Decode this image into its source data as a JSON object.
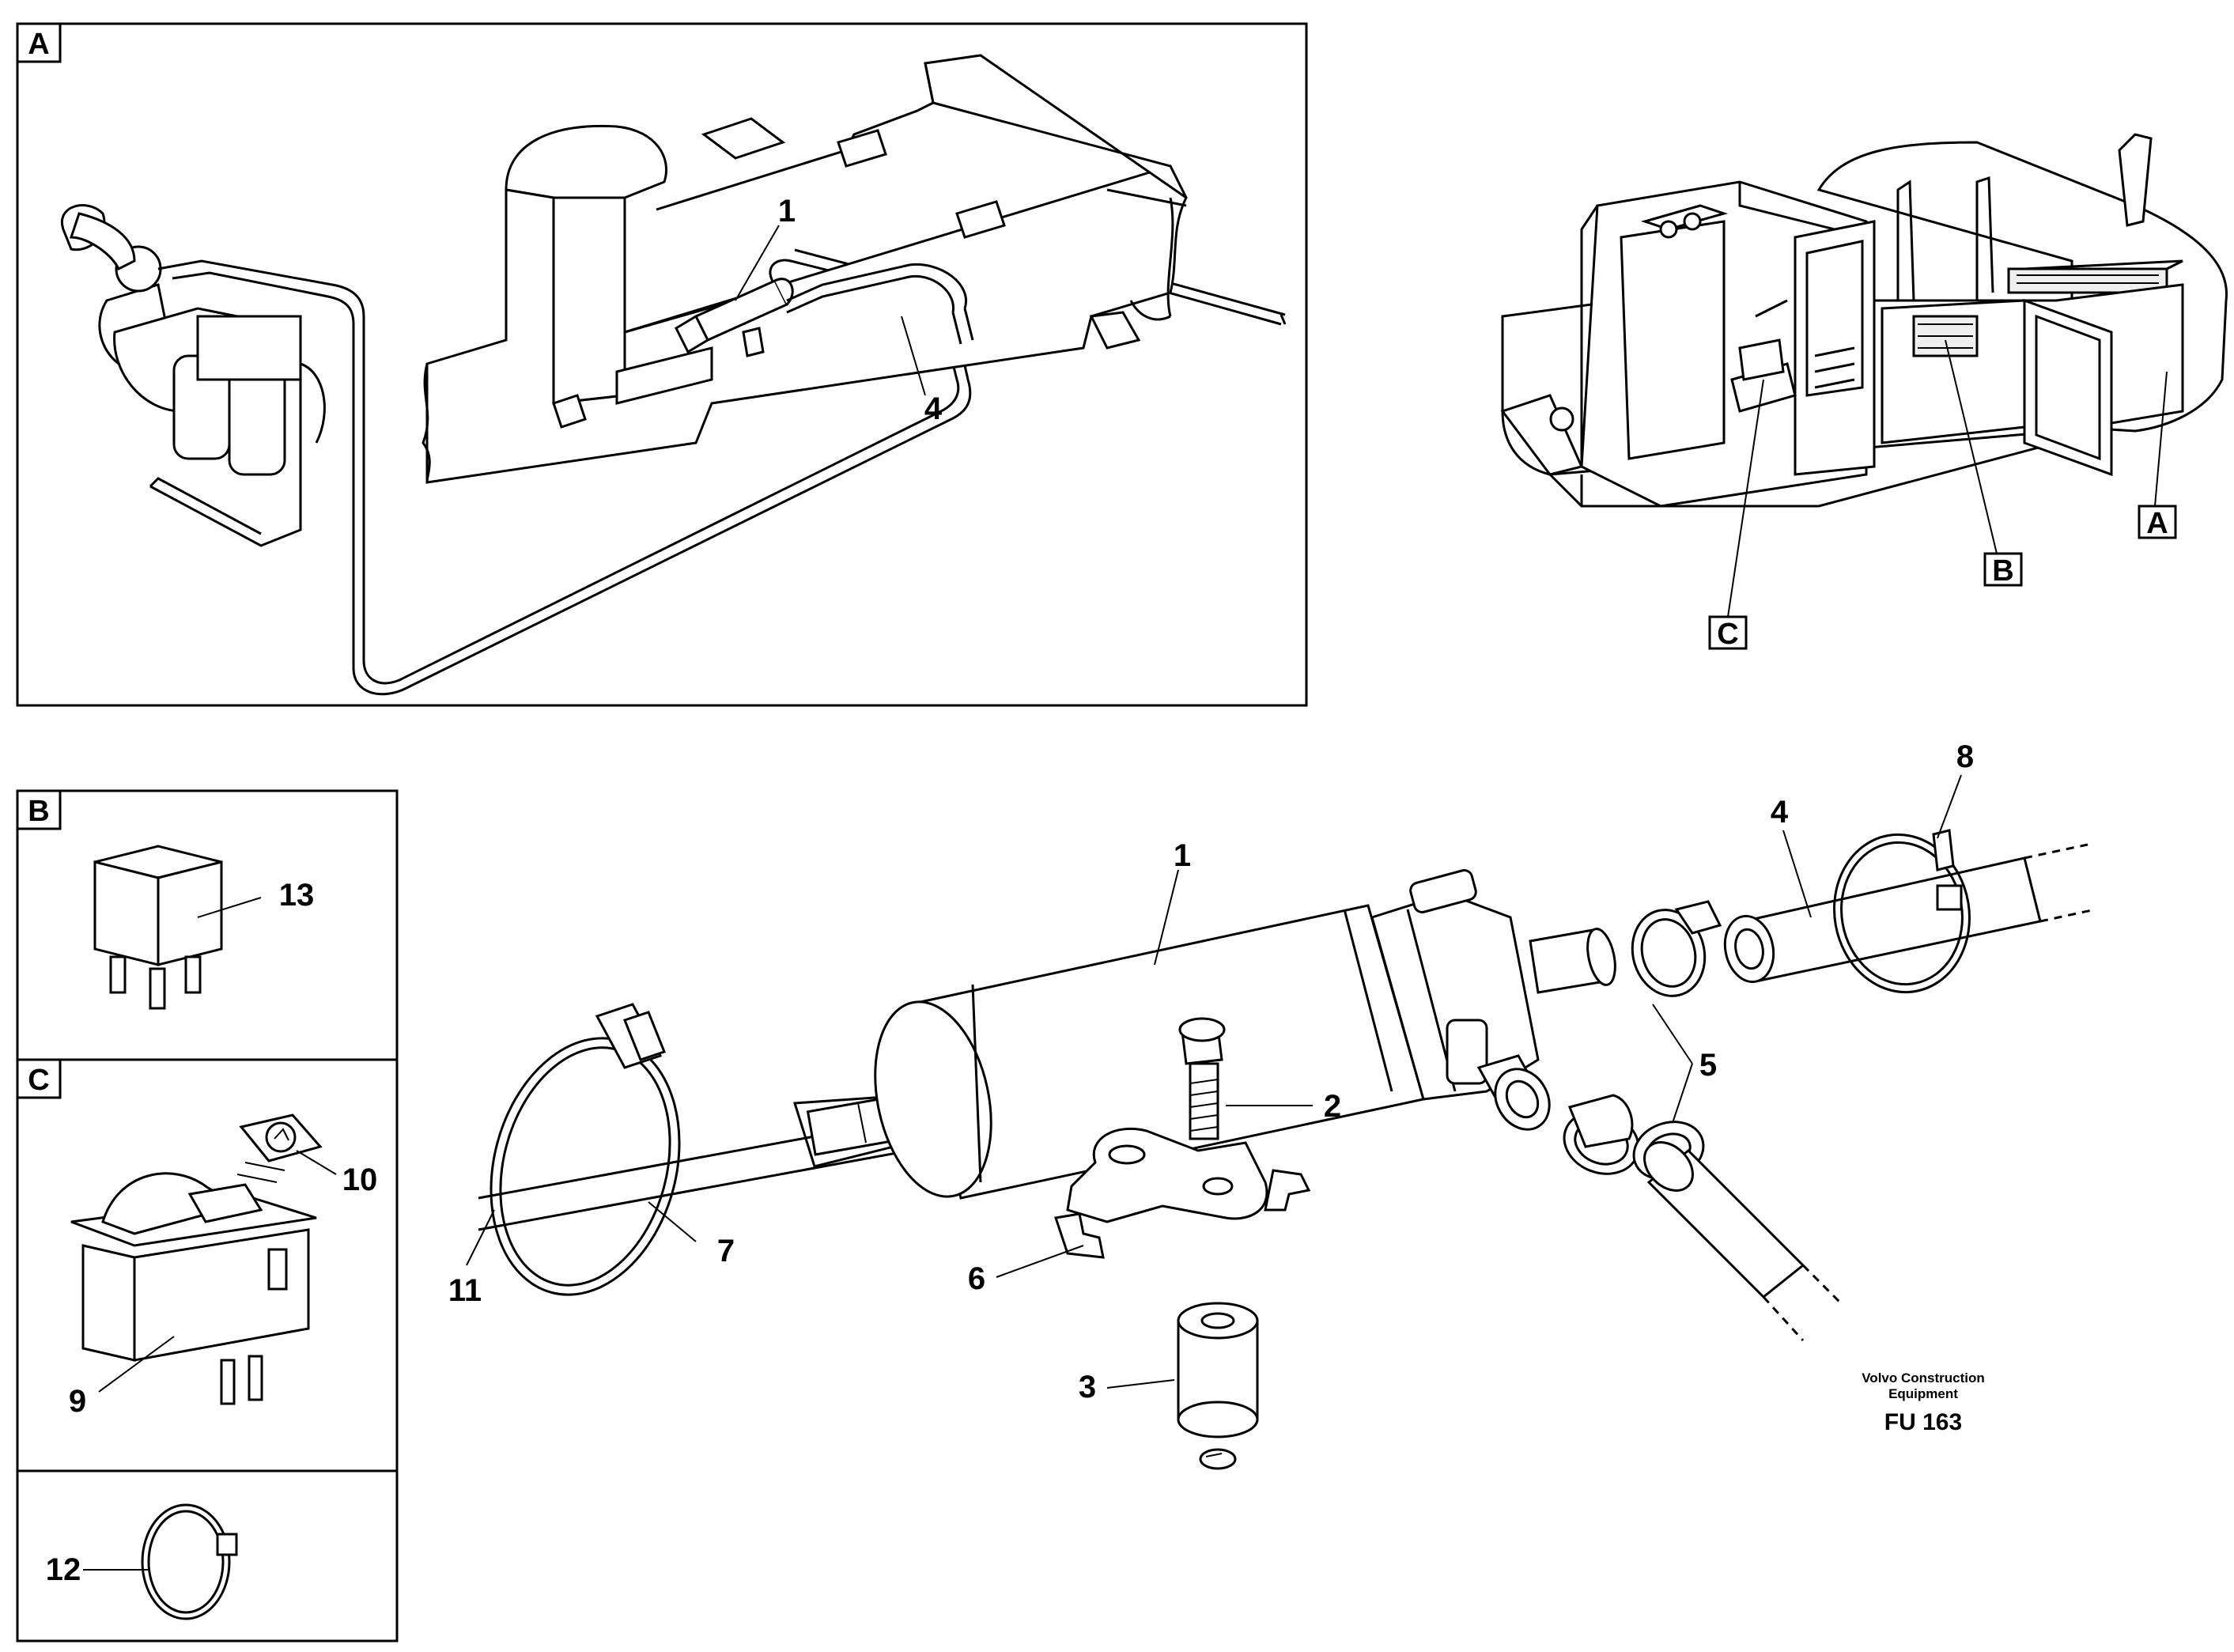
{
  "panels": {
    "A": "A",
    "B": "B",
    "C": "C"
  },
  "callouts": {
    "pump_overview": "1",
    "pipe_overview": "4",
    "pump": "1",
    "screw": "2",
    "spacer": "3",
    "hose": "4",
    "hose_clamps": "5",
    "bracket": "6",
    "clamp": "7",
    "strap": "8",
    "switch": "9",
    "switch_symbol": "10",
    "cable": "11",
    "cable_tie": "12",
    "relay": "13"
  },
  "machine_refs": {
    "A": "A",
    "B": "B",
    "C": "C"
  },
  "footer": {
    "brand_line1": "Volvo Construction",
    "brand_line2": "Equipment",
    "figure_code": "FU 163"
  }
}
